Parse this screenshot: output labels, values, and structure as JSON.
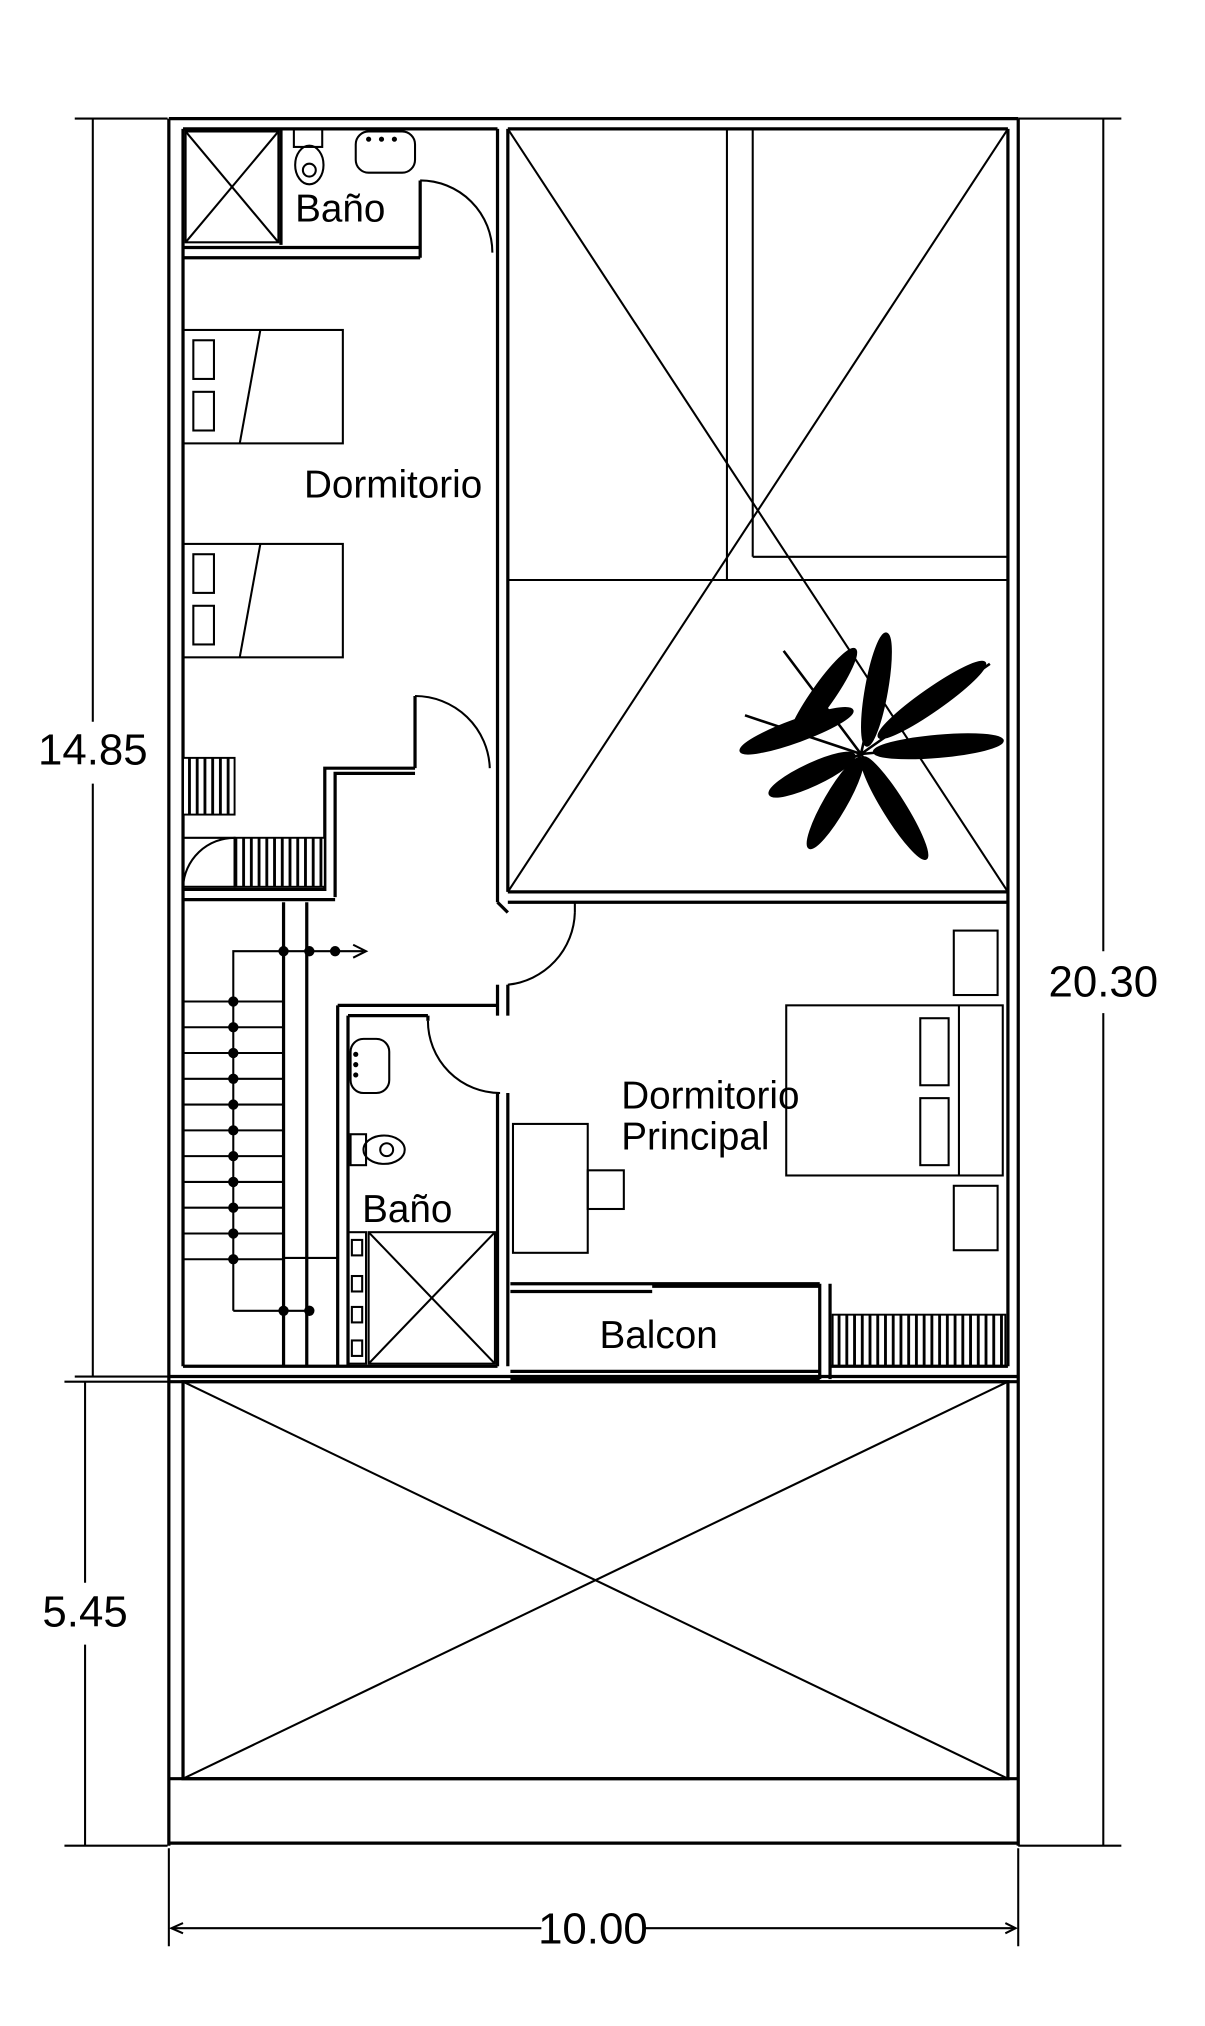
{
  "rooms": {
    "bano_top": "Baño",
    "dormitorio": "Dormitorio",
    "dormitorio_principal_1": "Dormitorio",
    "dormitorio_principal_2": "Principal",
    "bano_mid": "Baño",
    "balcon": "Balcon"
  },
  "dimensions": {
    "upper_height": "14.85",
    "lower_height": "5.45",
    "total_height": "20.30",
    "width": "10.00"
  }
}
